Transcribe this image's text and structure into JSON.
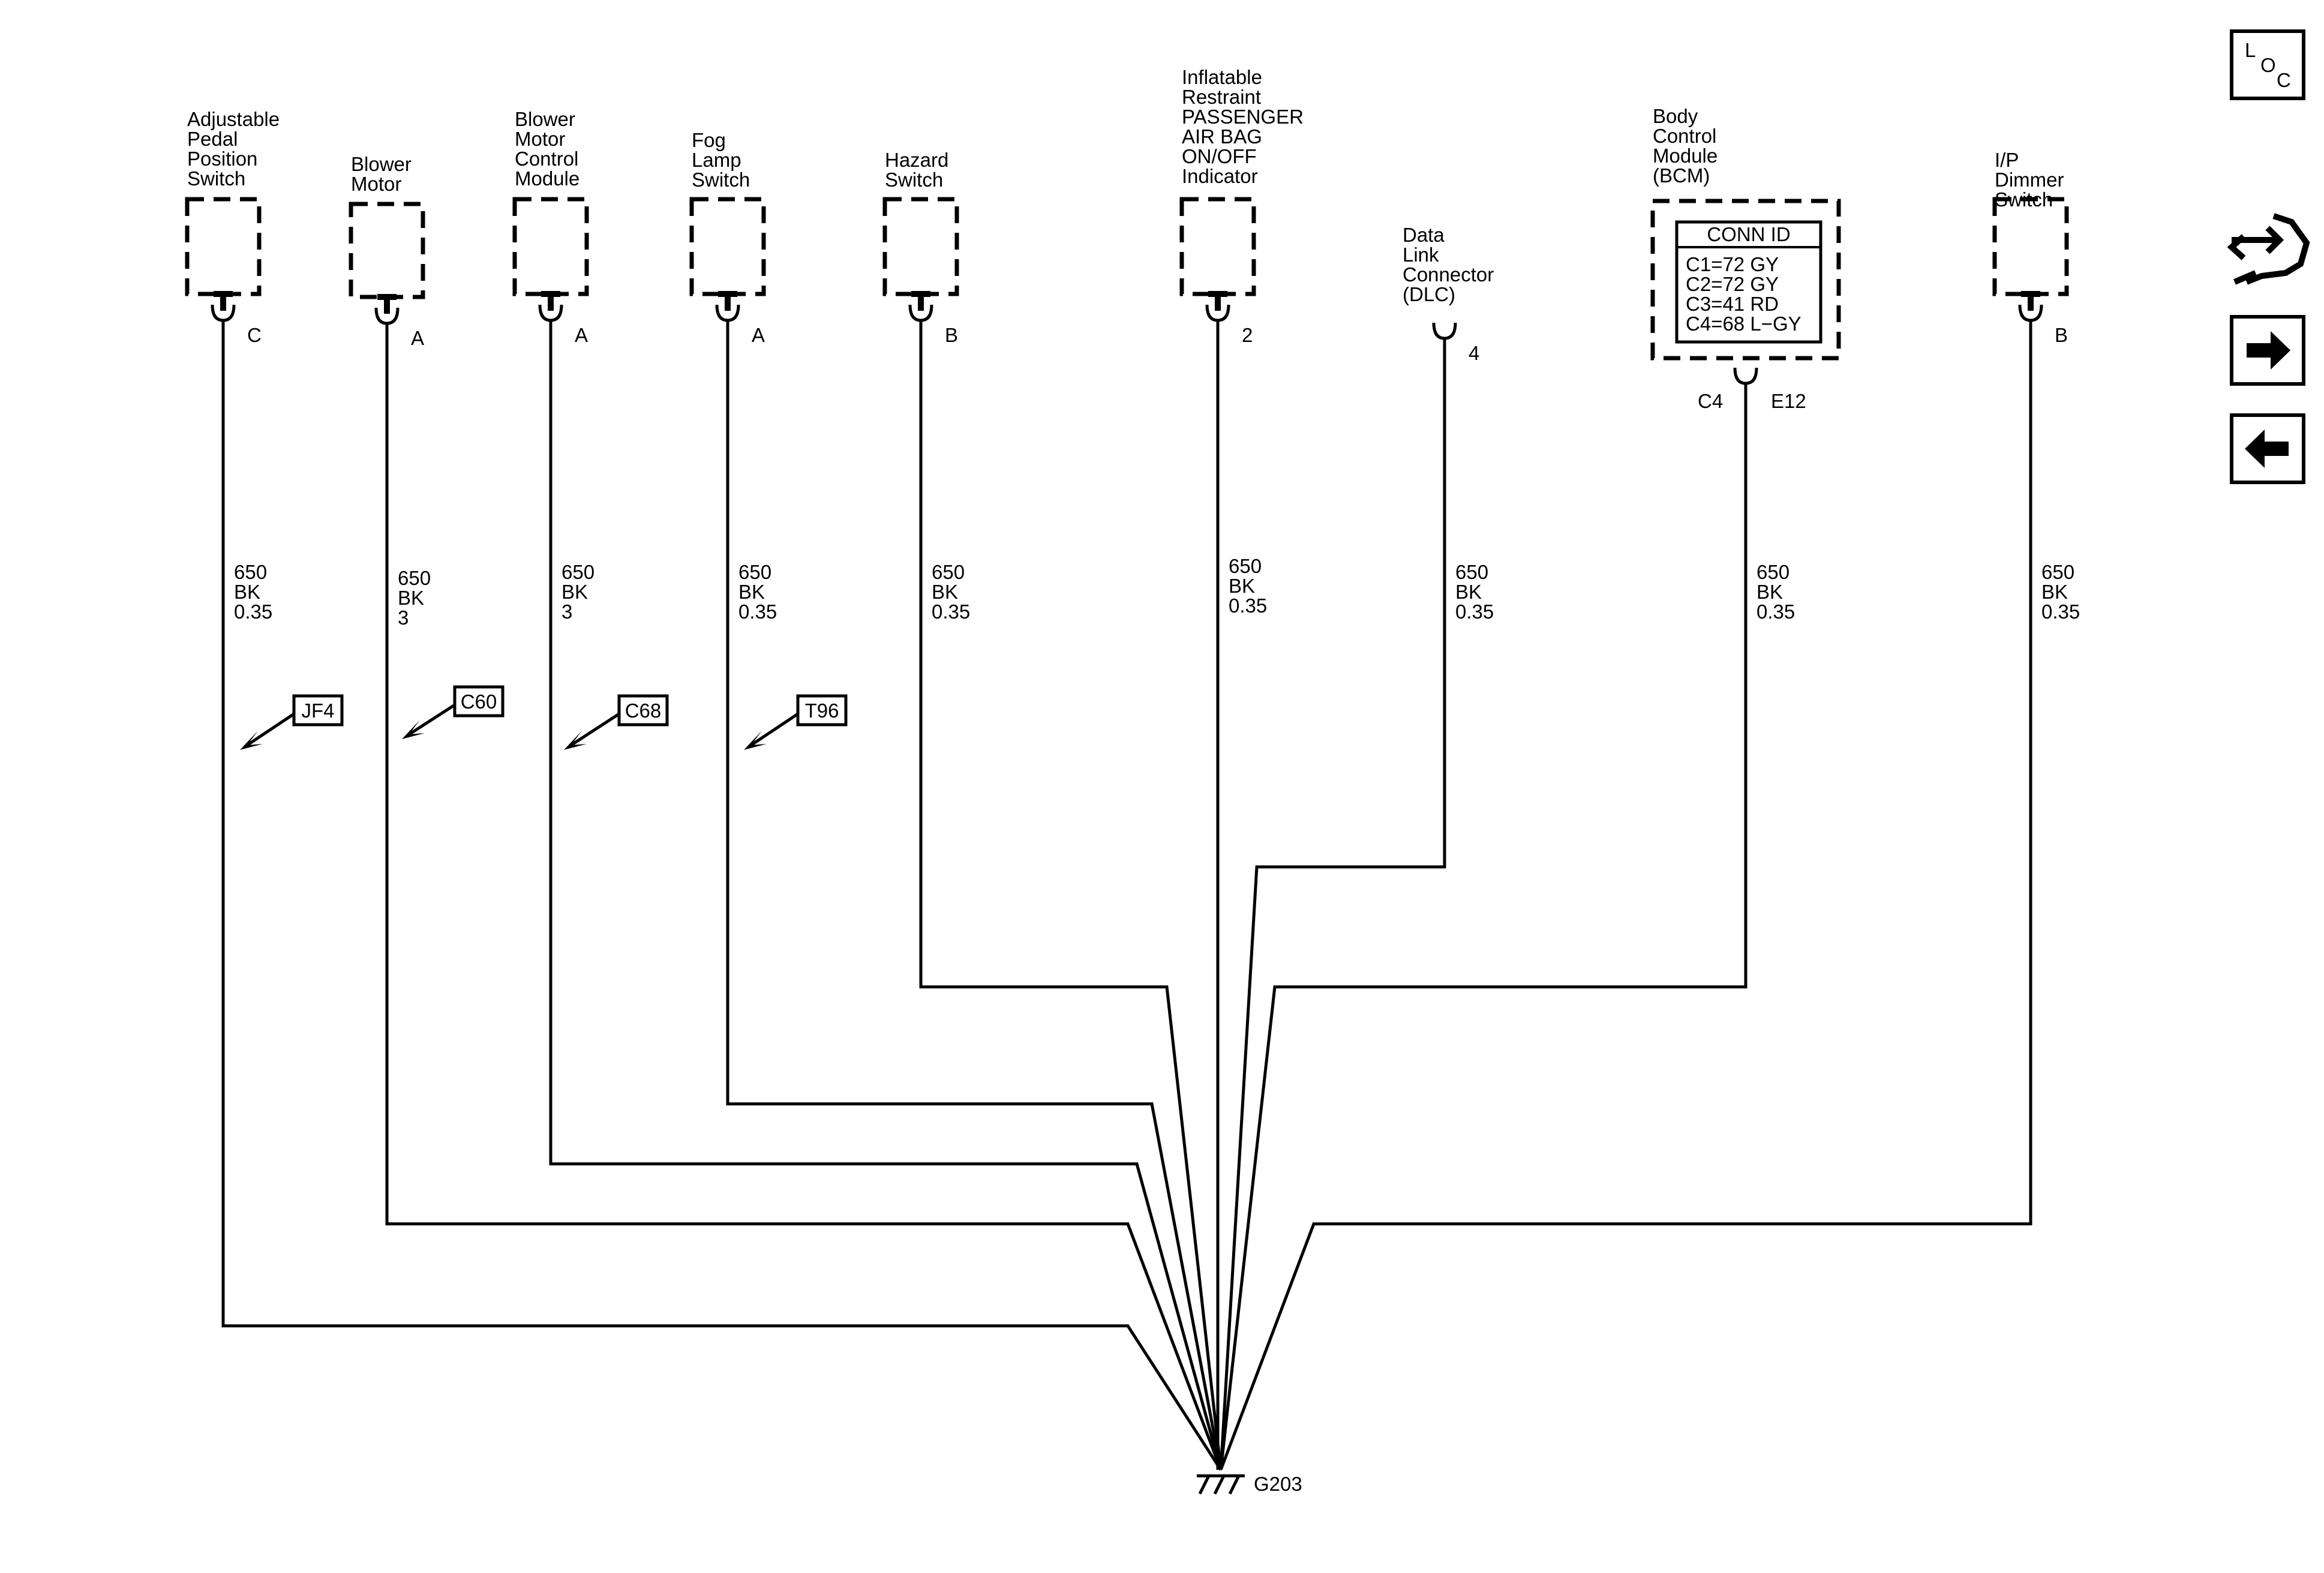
{
  "components": [
    {
      "id": "adj-pedal",
      "label": [
        "Adjustable",
        "Pedal",
        "Position",
        "Switch"
      ],
      "pin": "C",
      "wire": [
        "650",
        "BK",
        "0.35"
      ],
      "ref": "JF4"
    },
    {
      "id": "blower-motor",
      "label": [
        "Blower",
        "Motor"
      ],
      "pin": "A",
      "wire": [
        "650",
        "BK",
        "3"
      ],
      "ref": "C60"
    },
    {
      "id": "blower-motor-control",
      "label": [
        "Blower",
        "Motor",
        "Control",
        "Module"
      ],
      "pin": "A",
      "wire": [
        "650",
        "BK",
        "3"
      ],
      "ref": "C68"
    },
    {
      "id": "fog-lamp",
      "label": [
        "Fog",
        "Lamp",
        "Switch"
      ],
      "pin": "A",
      "wire": [
        "650",
        "BK",
        "0.35"
      ],
      "ref": "T96"
    },
    {
      "id": "hazard",
      "label": [
        "Hazard",
        "Switch"
      ],
      "pin": "B",
      "wire": [
        "650",
        "BK",
        "0.35"
      ],
      "ref": null
    },
    {
      "id": "airbag-indicator",
      "label": [
        "Inflatable",
        "Restraint",
        "PASSENGER",
        "AIR BAG",
        "ON/OFF",
        "Indicator"
      ],
      "pin": "2",
      "wire": [
        "650",
        "BK",
        "0.35"
      ],
      "ref": null
    },
    {
      "id": "dlc",
      "label": [
        "Data",
        "Link",
        "Connector",
        "(DLC)"
      ],
      "pin": "4",
      "wire": [
        "650",
        "BK",
        "0.35"
      ],
      "ref": null
    },
    {
      "id": "bcm",
      "label": [
        "Body",
        "Control",
        "Module",
        "(BCM)"
      ],
      "pin": "C4",
      "pin2": "E12",
      "wire": [
        "650",
        "BK",
        "0.35"
      ],
      "ref": null
    },
    {
      "id": "ip-dimmer",
      "label": [
        "I/P",
        "Dimmer",
        "Switch"
      ],
      "pin": "B",
      "wire": [
        "650",
        "BK",
        "0.35"
      ],
      "ref": null
    }
  ],
  "bcm_conn": {
    "title": "CONN ID",
    "lines": [
      "C1=72 GY",
      "C2=72 GY",
      "C3=41 RD",
      "C4=68 L−GY"
    ]
  },
  "ground": {
    "label": "G203"
  },
  "nav": {
    "loc": {
      "l": "L",
      "o": "O",
      "c": "C"
    },
    "icons": [
      "wrench-arrows-icon",
      "arrow-right-icon",
      "arrow-left-icon"
    ]
  }
}
